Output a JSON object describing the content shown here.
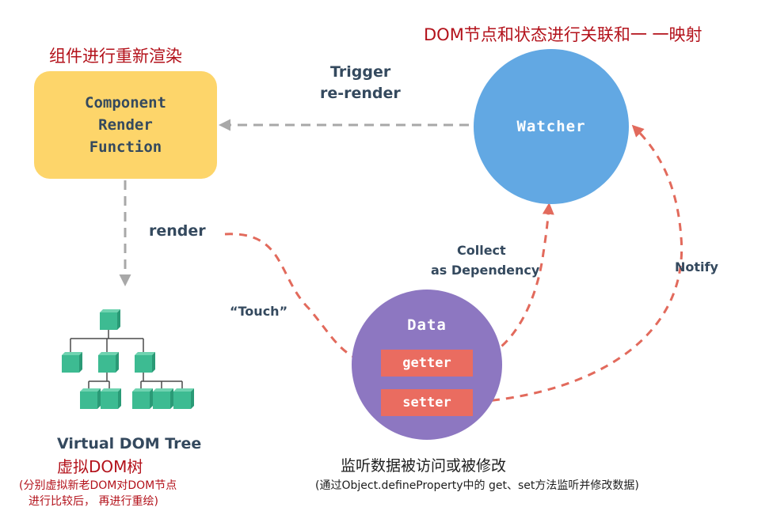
{
  "headings": {
    "dom_mapping": "DOM节点和状态进行关联和一 一映射",
    "component_rerender": "组件进行重新渲染"
  },
  "component": {
    "lines": [
      "Component",
      "Render",
      "Function"
    ]
  },
  "watcher": {
    "label": "Watcher"
  },
  "data": {
    "label": "Data",
    "getter": "getter",
    "setter": "setter"
  },
  "edges": {
    "trigger_line1": "Trigger",
    "trigger_line2": "re-render",
    "render": "render",
    "touch": "“Touch”",
    "collect_line1": "Collect",
    "collect_line2": "as Dependency",
    "notify": "Notify"
  },
  "vdom": {
    "title": "Virtual DOM Tree",
    "cn_title": "虚拟DOM树",
    "note_line1": "(分别虚拟新老DOM对DOM节点",
    "note_line2": "进行比较后，   再进行重绘)"
  },
  "observe": {
    "cn_title": "监听数据被访问或被修改",
    "note": "(通过Object.defineProperty中的 get、set方法监听并修改数据)"
  },
  "colors": {
    "component_fill": "#fdd56a",
    "watcher_fill": "#62a8e3",
    "data_fill": "#8d77c1",
    "pill_fill": "#ea6c60",
    "dashed_gray": "#a8a8a8",
    "dashed_red": "#e26a5c",
    "tree_node": "#3dbb92",
    "heading_red": "#b3121b",
    "label_slate": "#34495e"
  },
  "icons": [
    "virtual-dom-tree-icon"
  ]
}
